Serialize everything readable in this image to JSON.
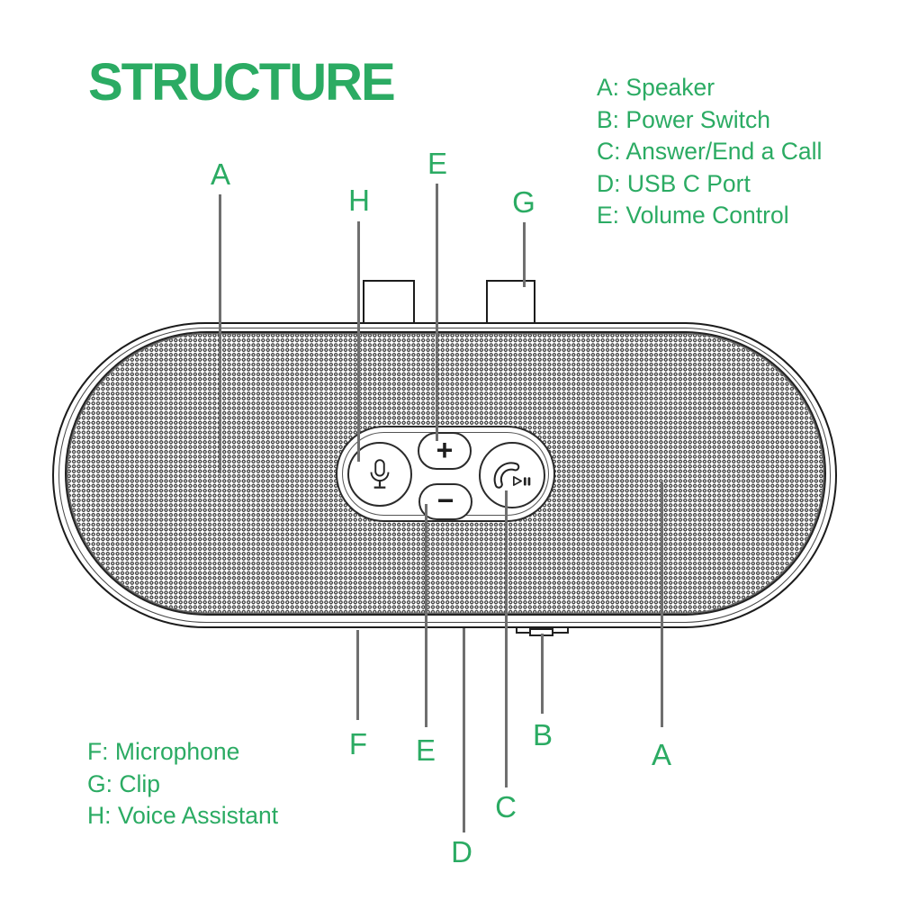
{
  "title": "STRUCTURE",
  "colors": {
    "accent_green": "#2BAB63",
    "leader_line_gray": "#6F6F6F",
    "drawing_outline": "#1C1C1C"
  },
  "legend_right": {
    "items": [
      {
        "text": "A: Speaker"
      },
      {
        "text": "B: Power Switch"
      },
      {
        "text": "C: Answer/End a Call"
      },
      {
        "text": "D: USB C Port"
      },
      {
        "text": "E: Volume Control"
      }
    ]
  },
  "legend_bottom_left": {
    "items": [
      {
        "text": "F: Microphone"
      },
      {
        "text": "G: Clip"
      },
      {
        "text": "H: Voice Assistant"
      }
    ]
  },
  "callouts": {
    "top_a": "A",
    "top_h": "H",
    "top_e": "E",
    "top_g": "G",
    "bottom_f": "F",
    "bottom_e": "E",
    "bottom_b": "B",
    "bottom_a": "A",
    "bottom_c": "C",
    "bottom_d": "D"
  },
  "device": {
    "buttons": {
      "volume_up": "+",
      "volume_down": "−"
    },
    "icons": {
      "voice_assistant": "mic-icon",
      "call": "phone-handset-icon",
      "media": "play-pause-icon"
    }
  }
}
